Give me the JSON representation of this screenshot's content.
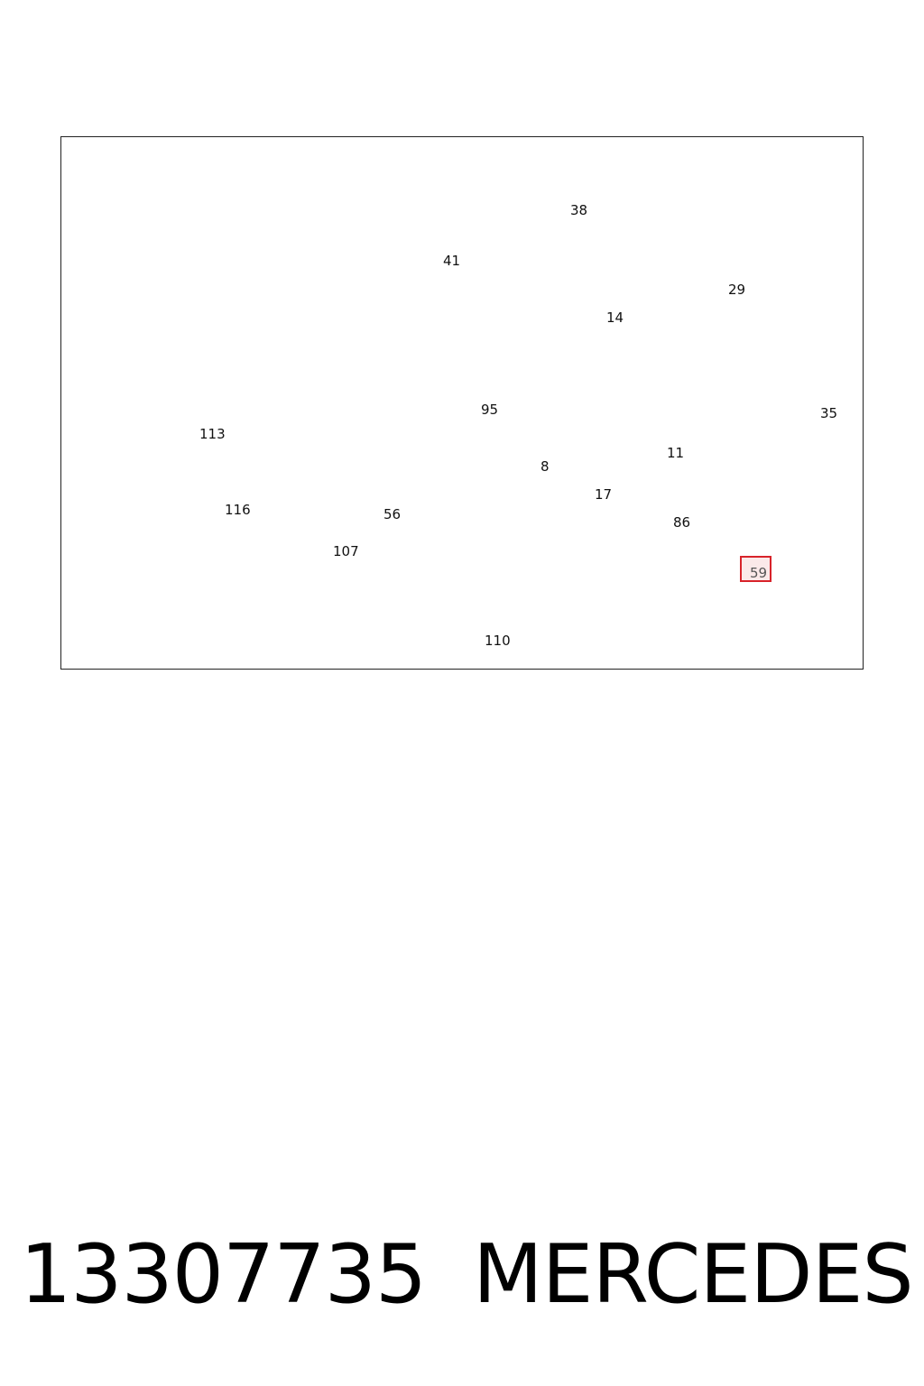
{
  "diagram": {
    "callouts": {
      "c38": "38",
      "c41": "41",
      "c14": "14",
      "c29": "29",
      "c95": "95",
      "c11": "11",
      "c8": "8",
      "c35": "35",
      "c113": "113",
      "c17": "17",
      "c116": "116",
      "c56": "56",
      "c86": "86",
      "c107": "107",
      "c59": "59",
      "c110": "110"
    },
    "highlighted_callout": "59",
    "highlight_color": "#d8232a"
  },
  "footer": {
    "part_number": "13307735",
    "brand": "MERCEDES"
  }
}
